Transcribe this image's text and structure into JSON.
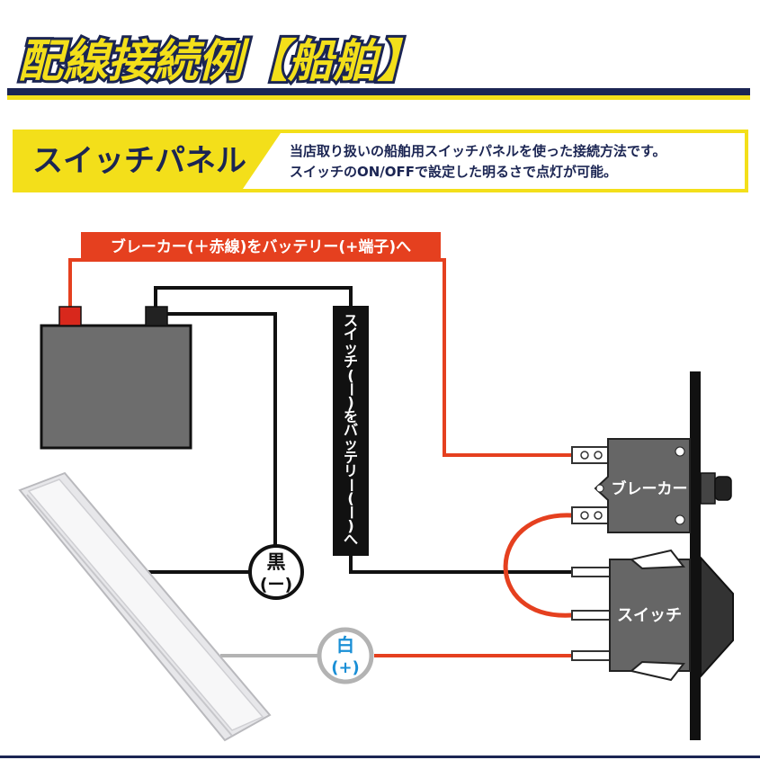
{
  "header": {
    "title": "配線接続例【船舶】"
  },
  "section": {
    "label": "スイッチパネル",
    "desc_line1": "当店取り扱いの船舶用スイッチパネルを使った接続方法です。",
    "desc_line2": "スイッチのON/OFFで設定した明るさで点灯が可能。"
  },
  "wires": {
    "red_label": "ブレーカー(＋赤線)をバッテリー(+端子)へ",
    "switch_minus_chars": [
      "ス",
      "イ",
      "ッ",
      "チ",
      "(",
      "ー",
      ")",
      "を",
      "バ",
      "ッ",
      "テ",
      "リ",
      "ー",
      "(",
      "ー",
      ")",
      "へ"
    ]
  },
  "badges": {
    "black_line1": "黒",
    "black_line2": "(ー)",
    "white_line1": "白",
    "white_line2": "(+)"
  },
  "components": {
    "breaker_label": "ブレーカー",
    "switch_label": "スイッチ"
  },
  "colors": {
    "accent_yellow": "#f3df1a",
    "navy": "#1b2553",
    "wire_red": "#e5401f",
    "wire_black": "#111111",
    "wire_gray": "#b3b3b3",
    "badge_blue": "#1a8fd6",
    "component_gray": "#666666"
  }
}
